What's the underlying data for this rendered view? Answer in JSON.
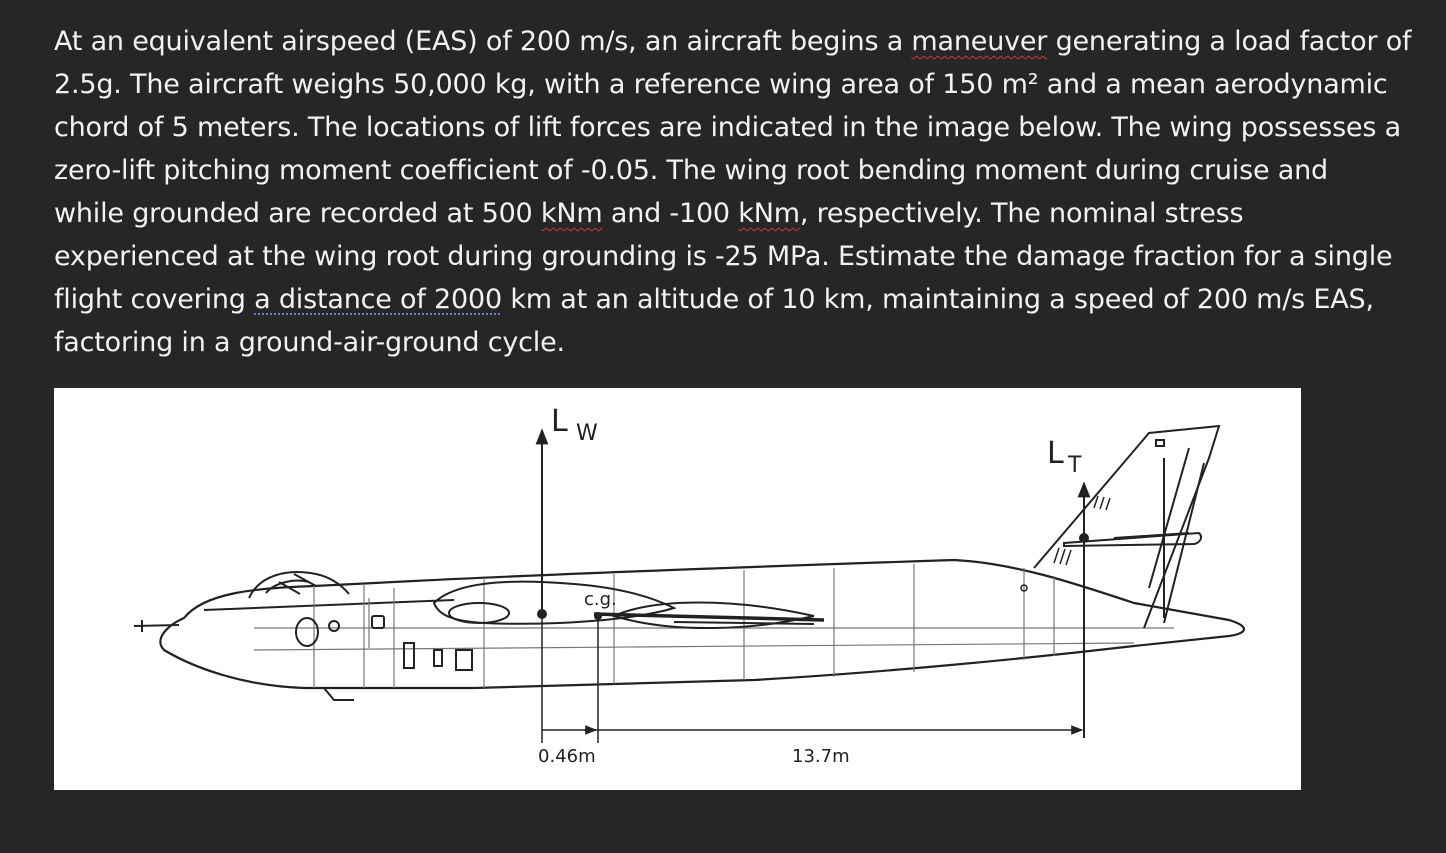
{
  "question": {
    "line1_a": "At an equivalent airspeed (EAS) of 200 m/s, an aircraft begins a ",
    "line1_b": "maneuver",
    "line1_c": " generating a load factor of",
    "line2": "2.5g. The aircraft weighs 50,000 kg, with a reference wing area of 150 m² and a mean aerodynamic",
    "line3": "chord of 5 meters. The locations of lift forces are indicated in the image below. The wing possesses a",
    "line4": "zero-lift pitching moment coefficient of -0.05. The wing root bending moment during cruise and",
    "line5_a": "while grounded are recorded at 500 ",
    "line5_b": "kNm",
    "line5_c": " and -100 ",
    "line5_d": "kNm",
    "line5_e": ", respectively. The nominal stress",
    "line6": "experienced at the wing root during grounding is -25 MPa. Estimate the damage fraction for a single",
    "line7_a": "flight covering ",
    "line7_b": "a distance of 2000",
    "line7_c": " km at an altitude of 10 km, maintaining a speed of 200 m/s EAS,",
    "line8": "factoring in a ground-air-ground cycle."
  },
  "figure": {
    "wing_lift_label_main": "L",
    "wing_lift_label_sub": "W",
    "tail_lift_label_main": "L",
    "tail_lift_label_sub": "T",
    "cg_label": "c.g.",
    "dim_small": "0.46m",
    "dim_large": "13.7m"
  }
}
